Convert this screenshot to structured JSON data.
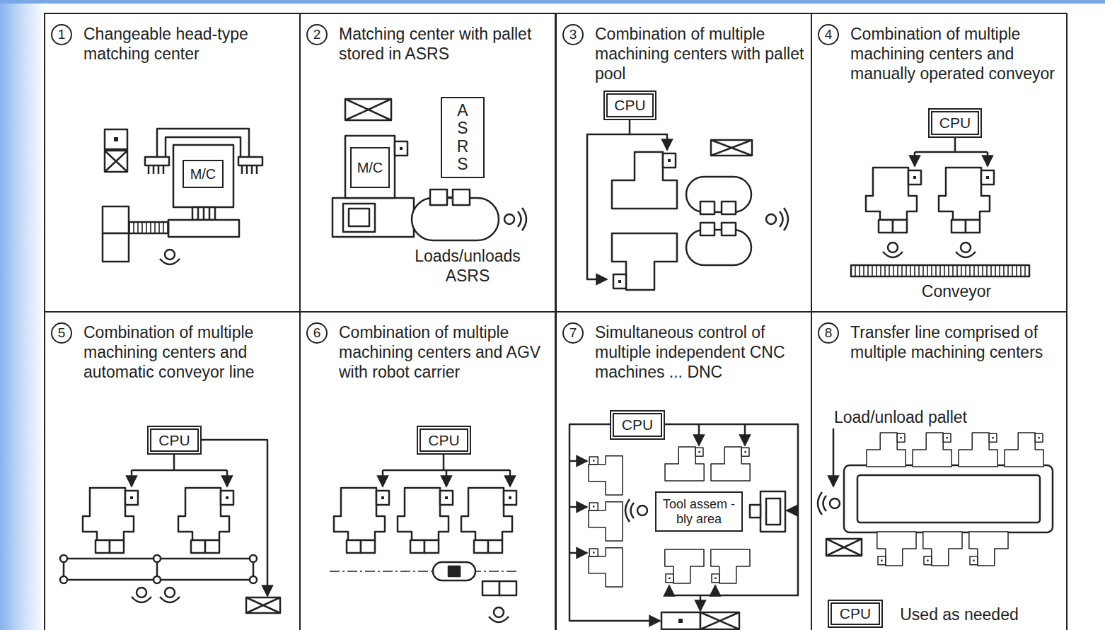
{
  "diagram": {
    "nodes": [
      {
        "text": [
          "1",
          "Changeable head-type matching center"
        ]
      },
      {
        "text": [
          "M/C"
        ],
        "in": 0
      },
      {
        "text": [
          "2",
          "Matching center with pallet stored in ASRS"
        ]
      },
      {
        "text": [
          "M/C"
        ],
        "in": 2
      },
      {
        "text": [
          "ASRS"
        ],
        "in": 2
      },
      {
        "text": [
          "3",
          "Combination of multiple machining centers with pallet pool"
        ]
      },
      {
        "text": [
          "CPU"
        ],
        "in": 5
      },
      {
        "text": [
          "4",
          "Combination of multiple machining centers and manually operated conveyor"
        ]
      },
      {
        "text": [
          "CPU"
        ],
        "in": 7
      },
      {
        "text": [
          "5",
          "Combination of multiple machining centers and automatic conveyor line"
        ]
      },
      {
        "text": [
          "CPU"
        ],
        "in": 9
      },
      {
        "text": [
          "6",
          "Combination of multiple machining centers and AGV with robot carrier"
        ]
      },
      {
        "text": [
          "CPU"
        ],
        "in": 11
      },
      {
        "text": [
          "7",
          "Simultaneous control of multiple independent CNC machines ... DNC"
        ]
      },
      {
        "text": [
          "CPU"
        ],
        "in": 13
      },
      {
        "text": [
          "Tool assem -bly area"
        ],
        "in": 13
      },
      {
        "text": [
          "8",
          "Transfer line comprised of multiple machining centers"
        ]
      },
      {
        "text": [
          "CPU"
        ],
        "in": 16
      }
    ],
    "labels": [
      "Loads/unloads ASRS",
      "Conveyor",
      "Load/unload pallet",
      "Used as needed"
    ]
  }
}
